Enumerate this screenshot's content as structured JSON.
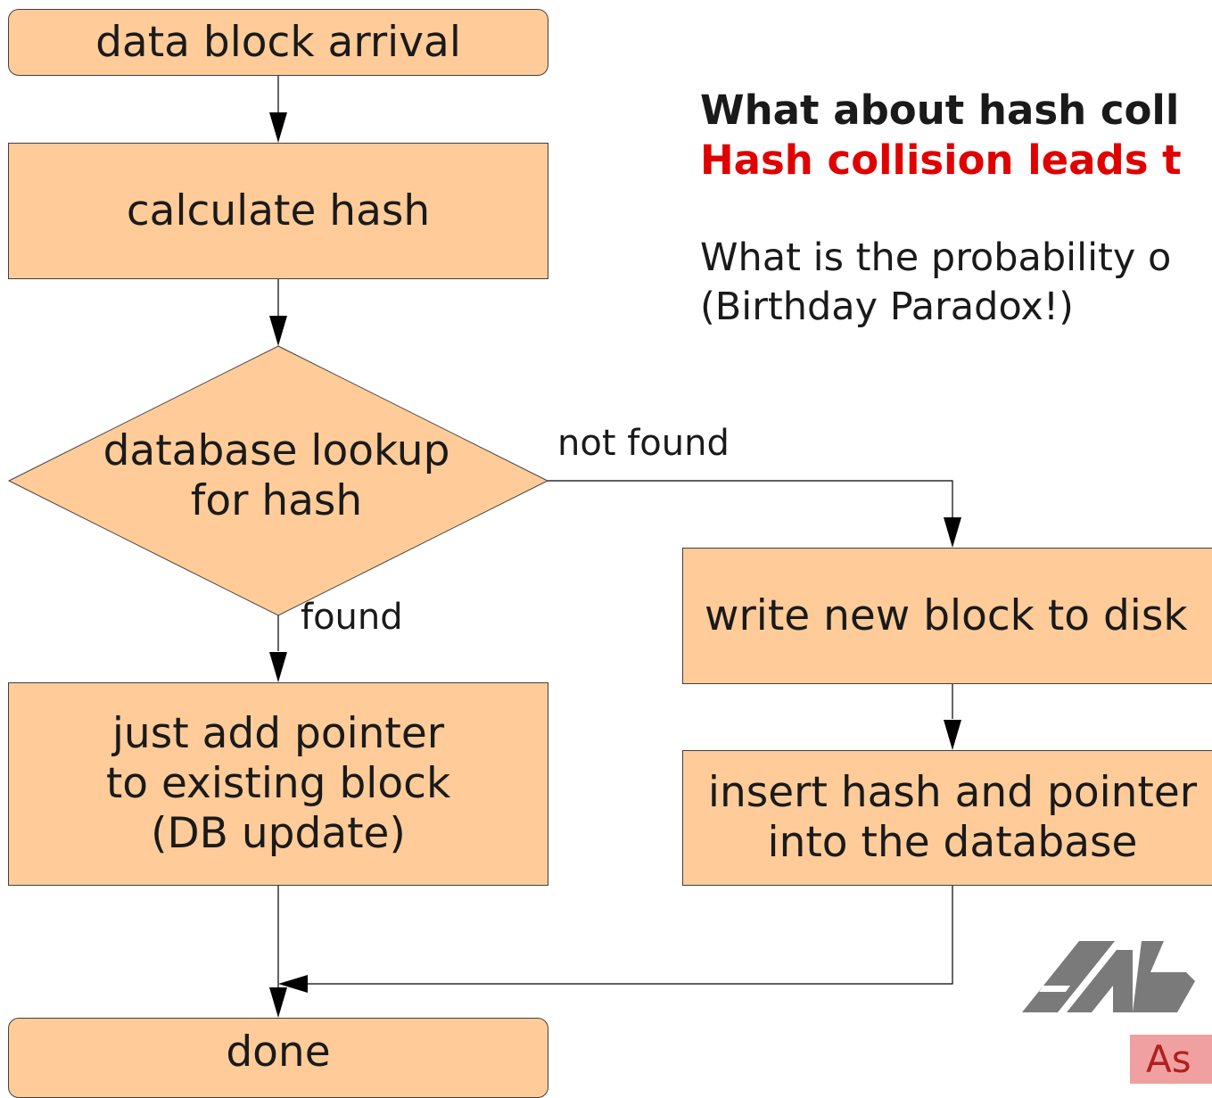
{
  "nodes": {
    "arrival": "data block arrival",
    "calc": "calculate hash",
    "lookup": "database lookup\nfor hash",
    "pointer": "just add pointer\nto existing block\n(DB update)",
    "write": "write new block to disk",
    "insert": "insert hash and pointer\ninto the database",
    "done": "done"
  },
  "edge_labels": {
    "not_found": "not found",
    "found": "found"
  },
  "notes": {
    "question": "What about hash coll",
    "warning": "Hash collision leads t",
    "probability": "What is the probability o\n(Birthday Paradox!)"
  },
  "logo_text": "As",
  "colors": {
    "box_fill": "#ffcc99",
    "warning": "#e00000"
  }
}
